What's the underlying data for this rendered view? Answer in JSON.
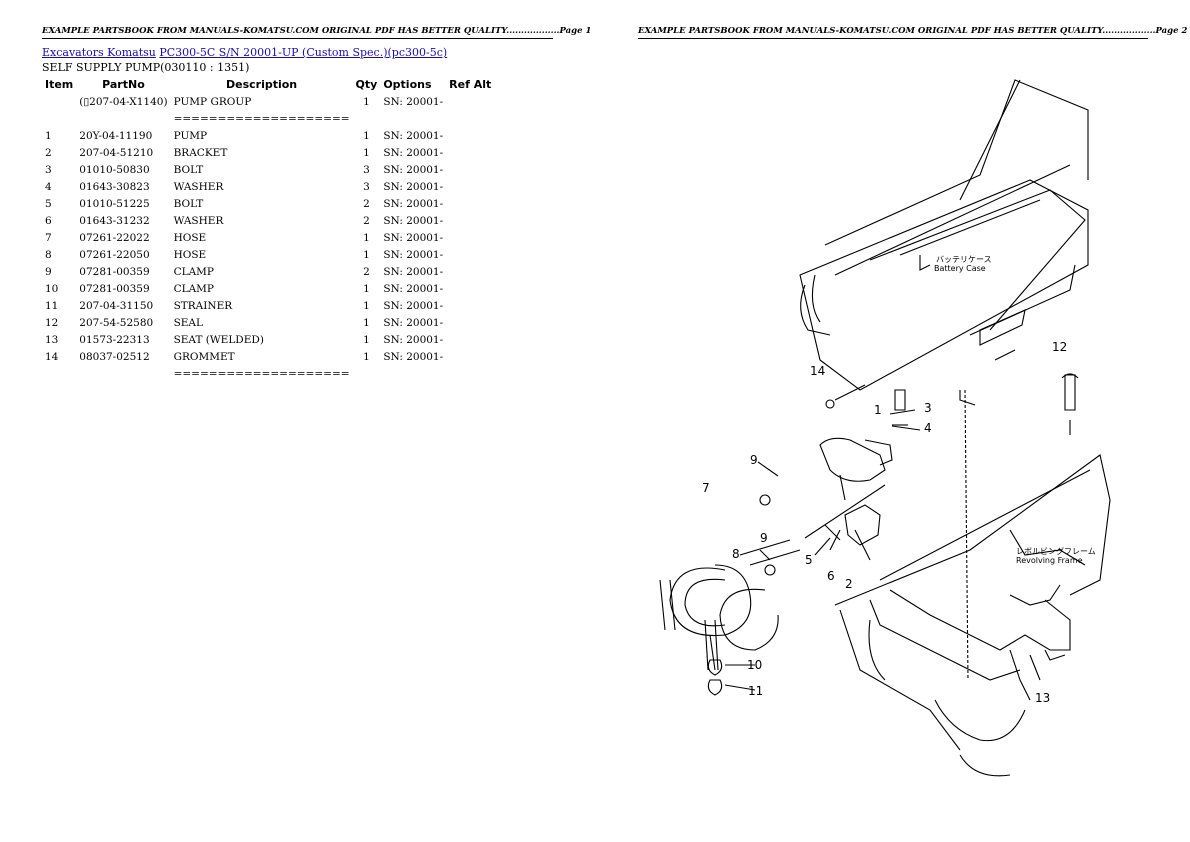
{
  "header": {
    "left": "EXAMPLE PARTSBOOK FROM MANUALS-KOMATSU.COM ORIGINAL PDF HAS BETTER QUALITY..................Page 1",
    "right": "EXAMPLE PARTSBOOK FROM MANUALS-KOMATSU.COM ORIGINAL PDF HAS BETTER QUALITY..................Page 2"
  },
  "breadcrumb": {
    "link1": "Excavators Komatsu",
    "link2": "PC300-5C S/N 20001-UP (Custom Spec.)(pc300-5c)"
  },
  "subtitle": "SELF SUPPLY PUMP(030110 : 1351)",
  "columns": {
    "item": "Item",
    "partno": "PartNo",
    "description": "Description",
    "qty": "Qty",
    "options": "Options",
    "refalt": "Ref Alt"
  },
  "group": {
    "partno": "(▯207-04-X1140)",
    "description": "PUMP GROUP",
    "qty": "1",
    "options": "SN: 20001-"
  },
  "separator": "====================",
  "rows": [
    {
      "item": "1",
      "partno": "20Y-04-11190",
      "description": "PUMP",
      "qty": "1",
      "options": "SN: 20001-"
    },
    {
      "item": "2",
      "partno": "207-04-51210",
      "description": "BRACKET",
      "qty": "1",
      "options": "SN: 20001-"
    },
    {
      "item": "3",
      "partno": "01010-50830",
      "description": "BOLT",
      "qty": "3",
      "options": "SN: 20001-"
    },
    {
      "item": "4",
      "partno": "01643-30823",
      "description": "WASHER",
      "qty": "3",
      "options": "SN: 20001-"
    },
    {
      "item": "5",
      "partno": "01010-51225",
      "description": "BOLT",
      "qty": "2",
      "options": "SN: 20001-"
    },
    {
      "item": "6",
      "partno": "01643-31232",
      "description": "WASHER",
      "qty": "2",
      "options": "SN: 20001-"
    },
    {
      "item": "7",
      "partno": "07261-22022",
      "description": "HOSE",
      "qty": "1",
      "options": "SN: 20001-"
    },
    {
      "item": "8",
      "partno": "07261-22050",
      "description": "HOSE",
      "qty": "1",
      "options": "SN: 20001-"
    },
    {
      "item": "9",
      "partno": "07281-00359",
      "description": "CLAMP",
      "qty": "2",
      "options": "SN: 20001-"
    },
    {
      "item": "10",
      "partno": "07281-00359",
      "description": "CLAMP",
      "qty": "1",
      "options": "SN: 20001-"
    },
    {
      "item": "11",
      "partno": "207-04-31150",
      "description": "STRAINER",
      "qty": "1",
      "options": "SN: 20001-"
    },
    {
      "item": "12",
      "partno": "207-54-52580",
      "description": "SEAL",
      "qty": "1",
      "options": "SN: 20001-"
    },
    {
      "item": "13",
      "partno": "01573-22313",
      "description": "SEAT (WELDED)",
      "qty": "1",
      "options": "SN: 20001-"
    },
    {
      "item": "14",
      "partno": "08037-02512",
      "description": "GROMMET",
      "qty": "1",
      "options": "SN: 20001-"
    }
  ],
  "drawing": {
    "battery_jp": "バッテリケース",
    "battery_en": "Battery Case",
    "frame_jp": "レボルビングフレーム",
    "frame_en": "Revolving Frame",
    "callouts": [
      "1",
      "2",
      "3",
      "4",
      "5",
      "6",
      "7",
      "8",
      "9",
      "9",
      "10",
      "11",
      "12",
      "13",
      "14"
    ]
  }
}
